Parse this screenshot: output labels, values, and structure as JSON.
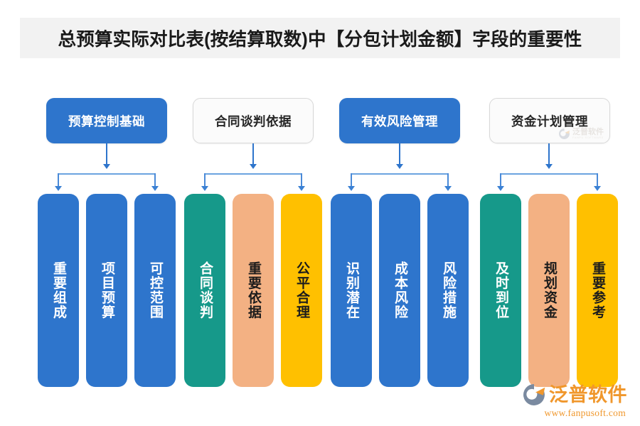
{
  "title": "总预算实际对比表(按结算取数)中【分包计划金额】字段的重要性",
  "top_boxes": [
    {
      "label": "预算控制基础",
      "style": "filled",
      "color": "#2e75cc"
    },
    {
      "label": "合同谈判依据",
      "style": "outlined",
      "color": "#fbfbfb"
    },
    {
      "label": "有效风险管理",
      "style": "filled",
      "color": "#2e75cc"
    },
    {
      "label": "资金计划管理",
      "style": "outlined",
      "color": "#fbfbfb"
    }
  ],
  "groups": [
    {
      "bars": [
        {
          "label": "重要组成",
          "color": "#2e75cc",
          "text_color": "#ffffff"
        },
        {
          "label": "项目预算",
          "color": "#2e75cc",
          "text_color": "#ffffff"
        },
        {
          "label": "可控范围",
          "color": "#2e75cc",
          "text_color": "#ffffff"
        }
      ]
    },
    {
      "bars": [
        {
          "label": "合同谈判",
          "color": "#16998a",
          "text_color": "#ffffff"
        },
        {
          "label": "重要依据",
          "color": "#f3b183",
          "text_color": "#1c1c1c"
        },
        {
          "label": "公平合理",
          "color": "#ffc000",
          "text_color": "#1c1c1c"
        }
      ]
    },
    {
      "bars": [
        {
          "label": "识别潜在",
          "color": "#2e75cc",
          "text_color": "#ffffff"
        },
        {
          "label": "成本风险",
          "color": "#2e75cc",
          "text_color": "#ffffff"
        },
        {
          "label": "风险措施",
          "color": "#2e75cc",
          "text_color": "#ffffff"
        }
      ]
    },
    {
      "bars": [
        {
          "label": "及时到位",
          "color": "#16998a",
          "text_color": "#ffffff"
        },
        {
          "label": "规划资金",
          "color": "#f3b183",
          "text_color": "#1c1c1c"
        },
        {
          "label": "重要参考",
          "color": "#ffc000",
          "text_color": "#1c1c1c"
        }
      ]
    }
  ],
  "watermark": {
    "name": "泛普软件",
    "sub": "FANPU SOFTWARE"
  },
  "brand": {
    "name": "泛普软件",
    "url": "www.fanpusoft.com",
    "accent": "#f0972c",
    "mark_color": "#7a8aa0"
  },
  "palette": {
    "banner_bg": "#f2f2f2",
    "blue": "#2e75cc",
    "teal": "#16998a",
    "peach": "#f3b183",
    "yellow": "#ffc000",
    "connector_light": "#6ba3e0"
  }
}
